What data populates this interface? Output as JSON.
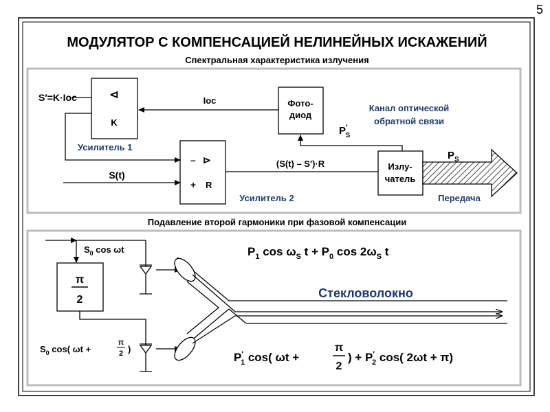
{
  "page_number": "5",
  "title": "МОДУЛЯТОР С КОМПЕНСАЦИЕЙ НЕЛИНЕЙНЫХ ИСКАЖЕНИЙ",
  "top": {
    "caption": "Спектральная характеристика излучения",
    "amp1_in": "S′=K·Ioc",
    "amp1_sym": "⊲",
    "amp1_k": "K",
    "amp1_label": "Усилитель 1",
    "ioc": "Ioc",
    "photodiode_line1": "Фото-",
    "photodiode_line2": "диод",
    "feedback_line1": "Канал оптической",
    "feedback_line2": "обратной связи",
    "ps_prime": "P′S",
    "st": "S(t)",
    "amp2_minus": "–",
    "amp2_sym": "⊳",
    "amp2_plus": "+",
    "amp2_r": "R",
    "amp2_label": "Усилитель 2",
    "diff_expr": "(S(t) – S′)·R",
    "emitter_line1": "Излу-",
    "emitter_line2": "чатель",
    "ps": "PS",
    "transmit": "Передача"
  },
  "bottom": {
    "caption": "Подавление второй гармоники при фазовой компенсации",
    "s0cos": "S0 cos ωt",
    "pi": "π",
    "two": "2",
    "s0cos_shift": "S0 cos( ωt + π/2)",
    "eq1": "P1 cos ωS t + P0 cos 2ωS t",
    "fiber": "Стекловолокно",
    "eq2": "P′1 cos( ωt + π/2) + P′2 cos( 2ωt + π)"
  }
}
